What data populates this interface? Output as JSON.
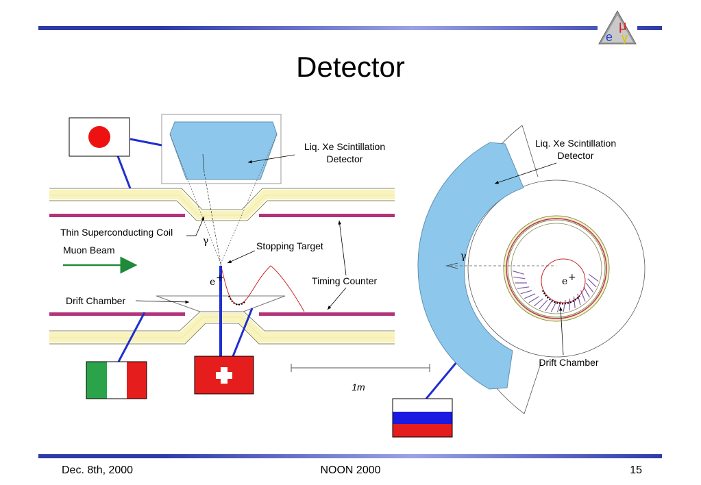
{
  "slide": {
    "title": "Detector",
    "footer": {
      "date": "Dec. 8th, 2000",
      "event": "NOON 2000",
      "page": "15"
    }
  },
  "logo": {
    "glyph_mu": "μ",
    "glyph_e": "e",
    "glyph_gamma": "γ"
  },
  "labels": {
    "liq_xe_side_1": "Liq. Xe Scintillation",
    "liq_xe_side_2": "Detector",
    "liq_xe_end_1": "Liq. Xe Scintillation",
    "liq_xe_end_2": "Detector",
    "coil": "Thin Superconducting Coil",
    "muon_beam": "Muon Beam",
    "stopping_target": "Stopping Target",
    "timing_counter": "Timing Counter",
    "drift_chamber_side": "Drift Chamber",
    "drift_chamber_end": "Drift Chamber",
    "gamma_side": "γ",
    "gamma_end": "γ",
    "positron_side": "e",
    "positron_end": "e",
    "plus": "+",
    "scale": "1m"
  },
  "flags": [
    "japan",
    "italy",
    "switzerland",
    "russia"
  ],
  "colors": {
    "xenon": "#8dc8ec",
    "coil": "#f8f3b6",
    "timing": "#b3337a",
    "support_line": "#1f2fcf",
    "beam_arrow": "#1f8a3a",
    "track": "#cc2222"
  }
}
